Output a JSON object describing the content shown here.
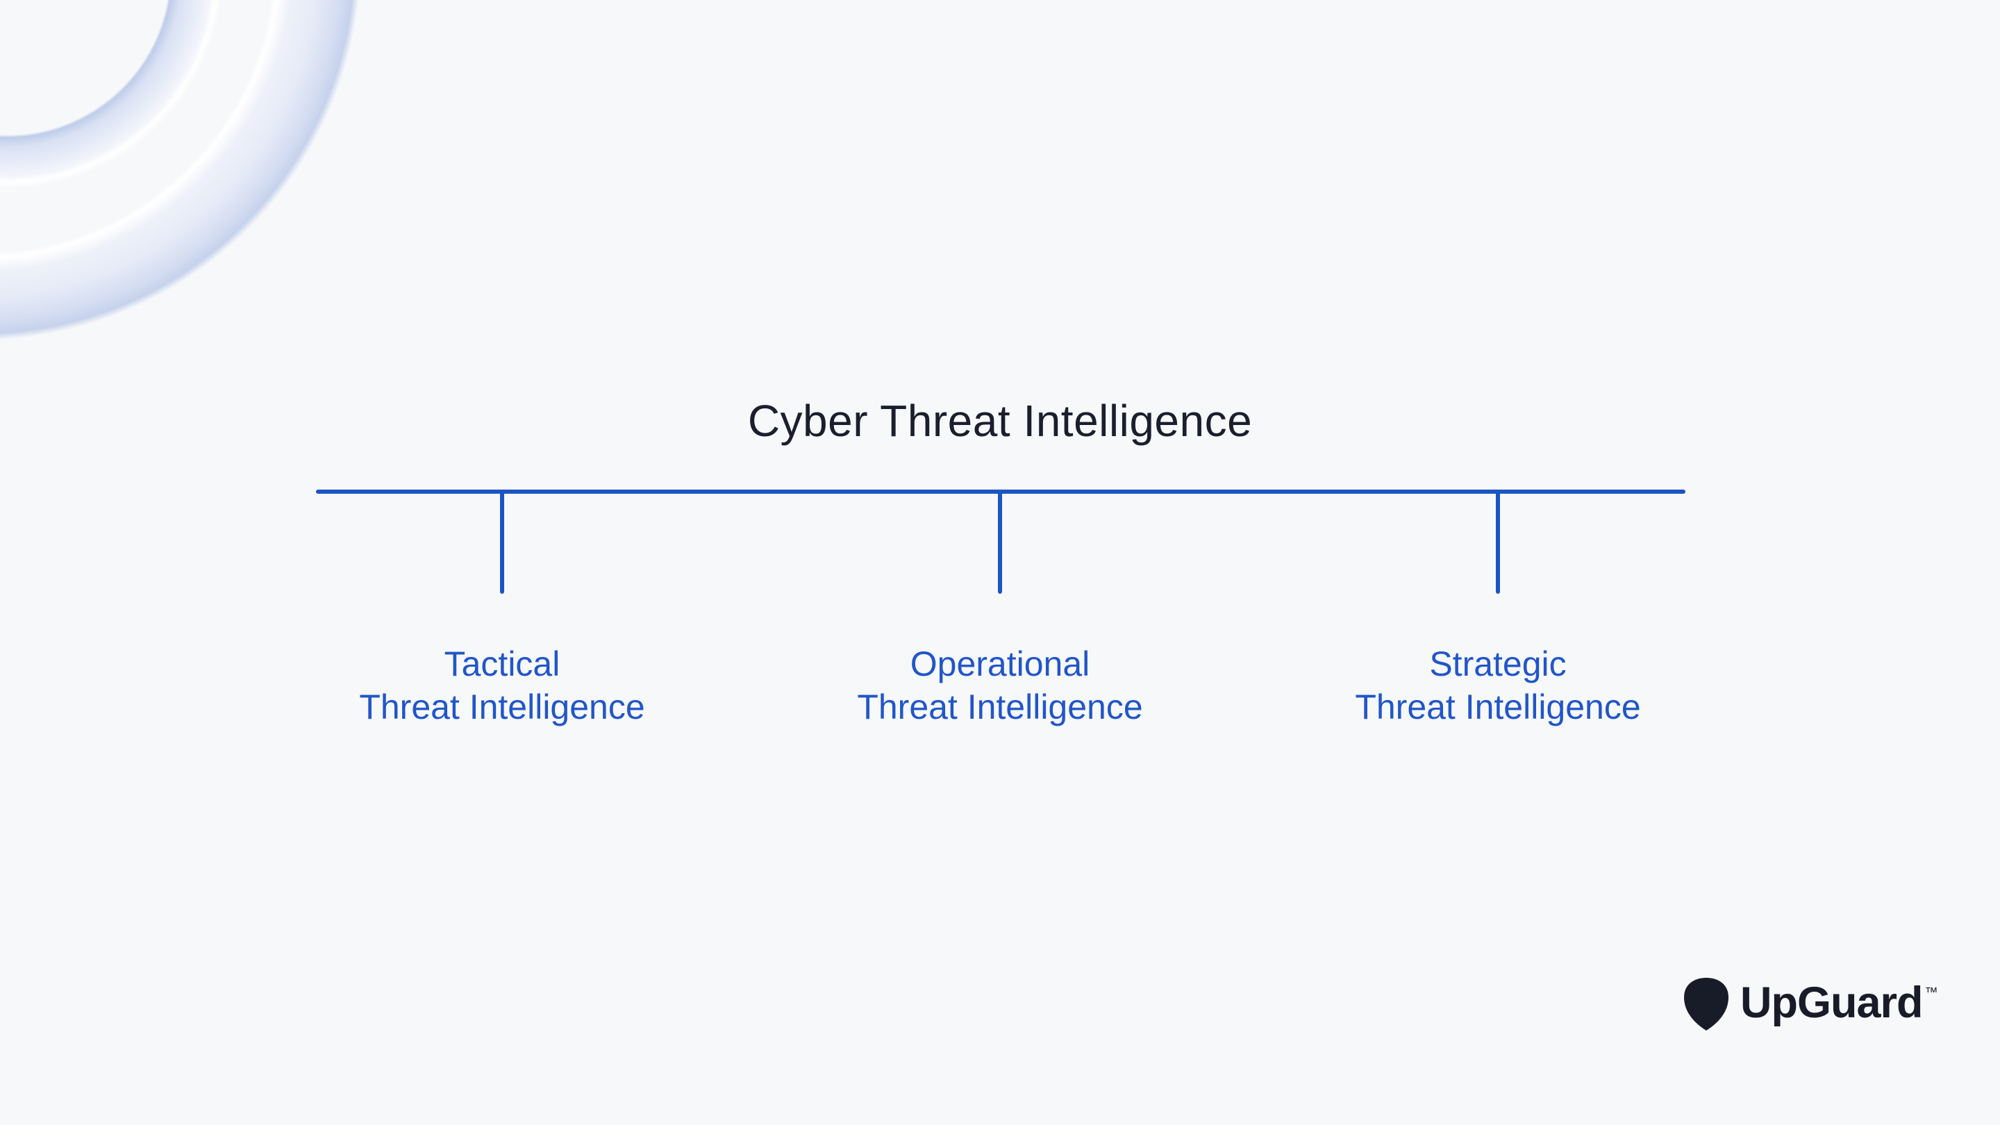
{
  "background": {
    "color": "#F7F8FA"
  },
  "decoration": {
    "icon": "glass-ring-icon",
    "colors": {
      "band_blue": "#C6D2EC",
      "band_light": "#E7ECF8",
      "highlight": "#FFFFFF"
    }
  },
  "diagram": {
    "title": "Cyber Threat Intelligence",
    "title_color": "#1A1F2D",
    "line_color": "#1C55C2",
    "label_color": "#2156C8",
    "branches": [
      {
        "line1": "Tactical",
        "line2": "Threat Intelligence"
      },
      {
        "line1": "Operational",
        "line2": "Threat Intelligence"
      },
      {
        "line1": "Strategic",
        "line2": "Threat Intelligence"
      }
    ]
  },
  "footer": {
    "brand": "UpGuard",
    "trademark": "™",
    "logo_color": "#181C29"
  }
}
